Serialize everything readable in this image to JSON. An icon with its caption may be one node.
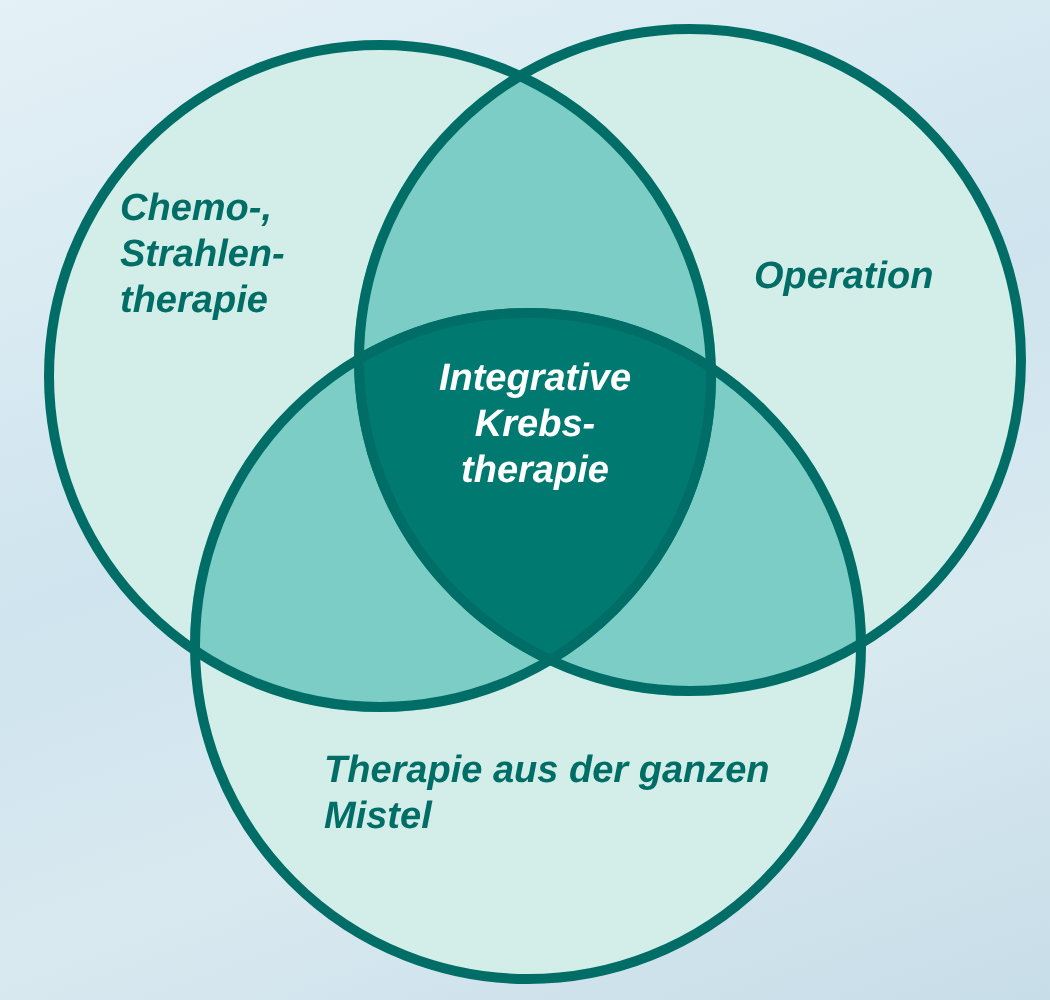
{
  "diagram": {
    "nodes": [
      {
        "text": [
          "Chemo-, Strahlen-therapie"
        ]
      },
      {
        "text": [
          "Operation"
        ]
      },
      {
        "text": [
          "Therapie aus der ganzen Mistel"
        ]
      },
      {
        "text": [
          "Integrative Krebs-therapie"
        ]
      }
    ]
  }
}
